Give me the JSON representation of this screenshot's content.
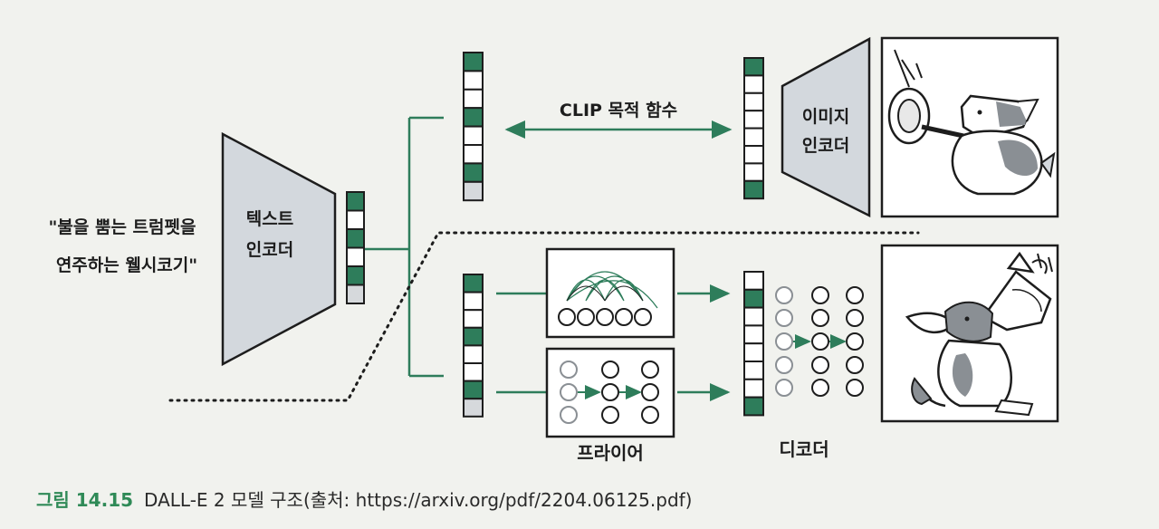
{
  "labels": {
    "prompt_line1": "\"불을 뿜는 트럼펫을",
    "prompt_line2": "연주하는 웰시코기\"",
    "text_encoder_line1": "텍스트",
    "text_encoder_line2": "인코더",
    "image_encoder_line1": "이미지",
    "image_encoder_line2": "인코더",
    "clip_objective": "CLIP 목적 함수",
    "prior": "프라이어",
    "decoder": "디코더"
  },
  "caption": {
    "figure_number": "그림 14.15",
    "text": "DALL-E 2 모델 구조(출처: https://arxiv.org/pdf/2204.06125.pdf)"
  },
  "colors": {
    "accent_green": "#2e7d5b",
    "cell_gray": "#d6d9dc",
    "cell_white": "#ffffff",
    "encoder_fill": "#d3d8dd",
    "line": "#1d1d1d"
  },
  "embeddings": {
    "text_embedding": [
      "green",
      "white",
      "green",
      "white",
      "green",
      "gray"
    ],
    "clip_text_embedding": [
      "green",
      "white",
      "white",
      "green",
      "white",
      "white",
      "green",
      "gray"
    ],
    "clip_image_embedding": [
      "green",
      "white",
      "white",
      "white",
      "white",
      "white",
      "white",
      "green"
    ],
    "prior_input_embedding": [
      "green",
      "white",
      "white",
      "green",
      "white",
      "white",
      "green",
      "gray"
    ],
    "decoder_input_embedding": [
      "white",
      "green",
      "white",
      "white",
      "white",
      "white",
      "white",
      "green"
    ]
  }
}
